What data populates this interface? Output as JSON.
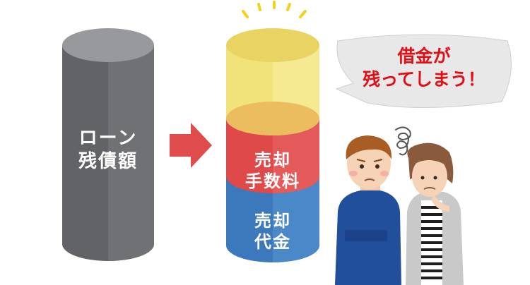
{
  "diagram": {
    "loan_balance": {
      "line1": "ローン",
      "line2": "残債額"
    },
    "sale_fee": {
      "line1": "売却",
      "line2": "手数料"
    },
    "sale_proceeds": {
      "line1": "売却",
      "line2": "代金"
    },
    "callout": {
      "line1": "借金が",
      "line2": "残ってしまう！"
    }
  },
  "colors": {
    "loan_cylinder": "#6b6c6e",
    "remaining_debt": "#f2e47d",
    "sale_fee": "#e34a4b",
    "sale_proceeds": "#3e7dc0",
    "arrow": "#e04b4b",
    "callout_text": "#e10e16"
  },
  "icons": [
    "arrow-right-icon",
    "sparkle-icon",
    "speech-bubble-icon",
    "confused-scribble-icon"
  ]
}
